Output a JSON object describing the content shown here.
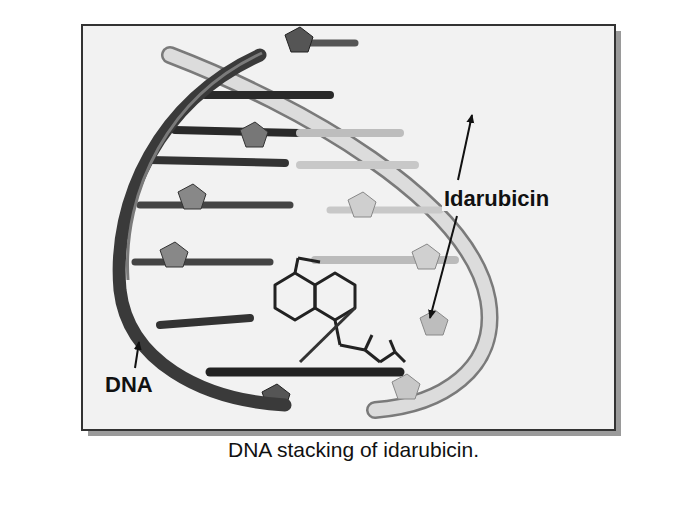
{
  "diagram": {
    "caption": "DNA stacking of idarubicin.",
    "labels": [
      "Idarubicin",
      "DNA"
    ]
  }
}
